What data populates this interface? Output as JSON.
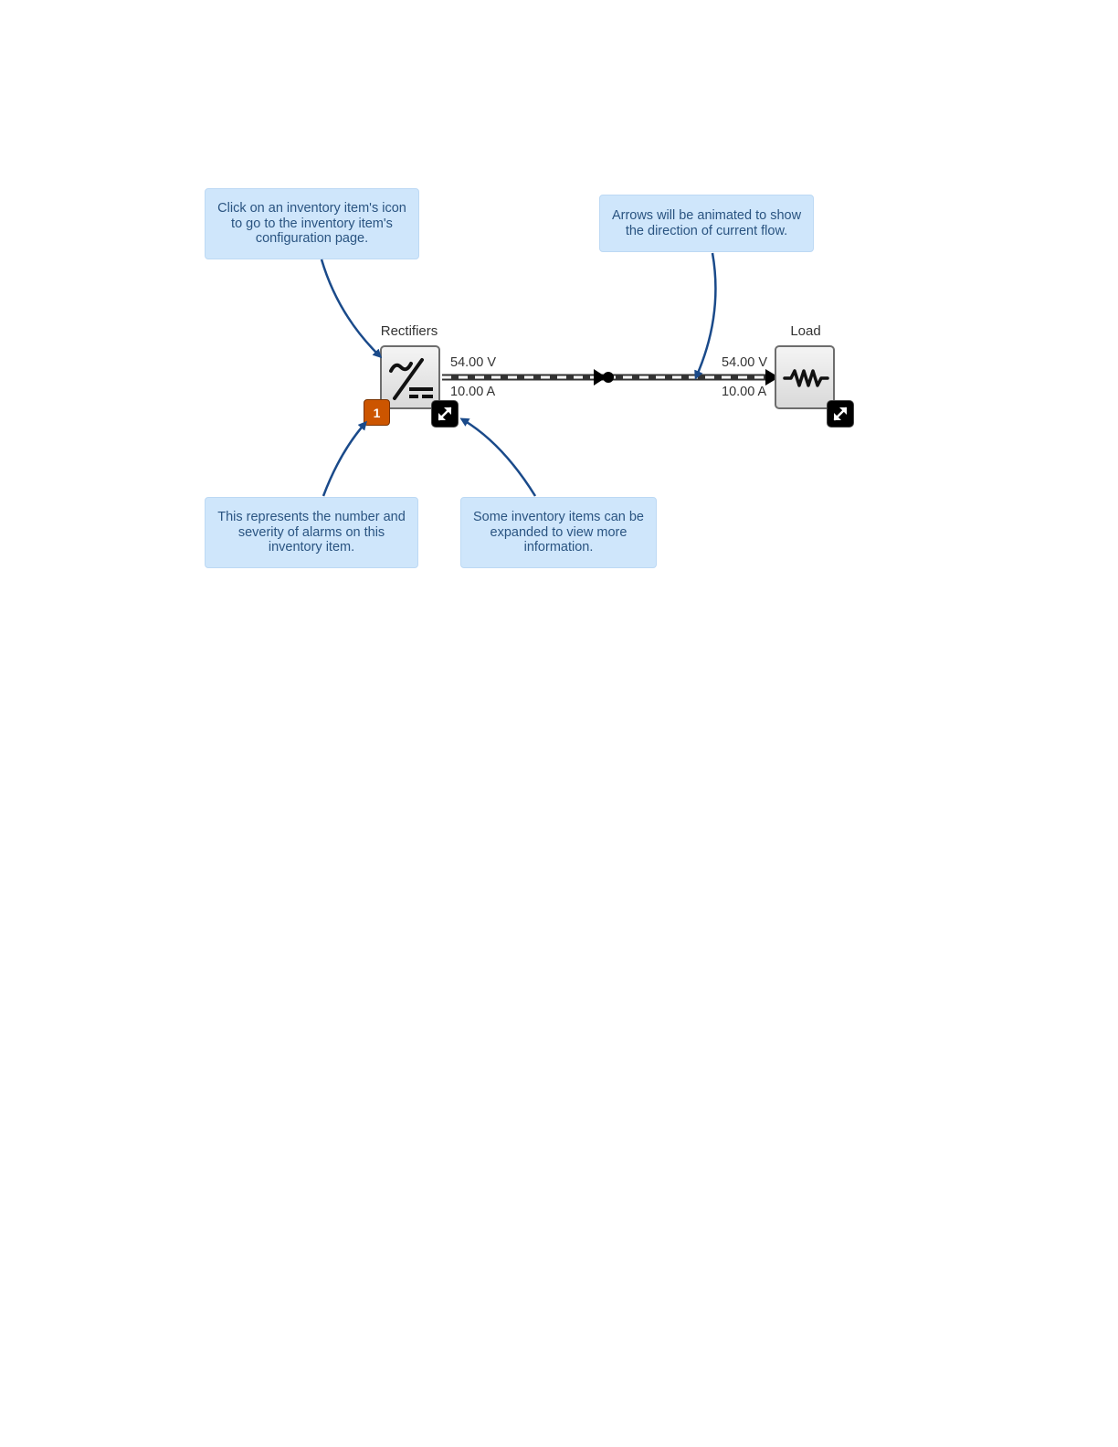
{
  "callouts": {
    "icon_click": {
      "lines": [
        "Click on an inventory item's icon",
        "to go to the inventory item's",
        "configuration page."
      ]
    },
    "arrows": {
      "lines": [
        "Arrows will be animated to show",
        "the direction of current flow."
      ]
    },
    "alarms": {
      "lines": [
        "This represents the number and",
        "severity of alarms on this",
        "inventory item."
      ]
    },
    "expand": {
      "lines": [
        "Some inventory items can be",
        "expanded to view more",
        "information."
      ]
    }
  },
  "nodes": {
    "rectifiers": {
      "title": "Rectifiers",
      "icon": "ac-dc-converter-icon",
      "alarm_count": "1",
      "alarm_color": "#cc5500",
      "voltage": "54.00 V",
      "current": "10.00 A"
    },
    "load": {
      "title": "Load",
      "icon": "resistor-icon",
      "voltage": "54.00 V",
      "current": "10.00 A"
    }
  },
  "colors": {
    "callout_bg": "#cfe6fb",
    "callout_text": "#2a5481",
    "pointer_arrow": "#1a4a8a",
    "alarm": "#cc5500"
  }
}
